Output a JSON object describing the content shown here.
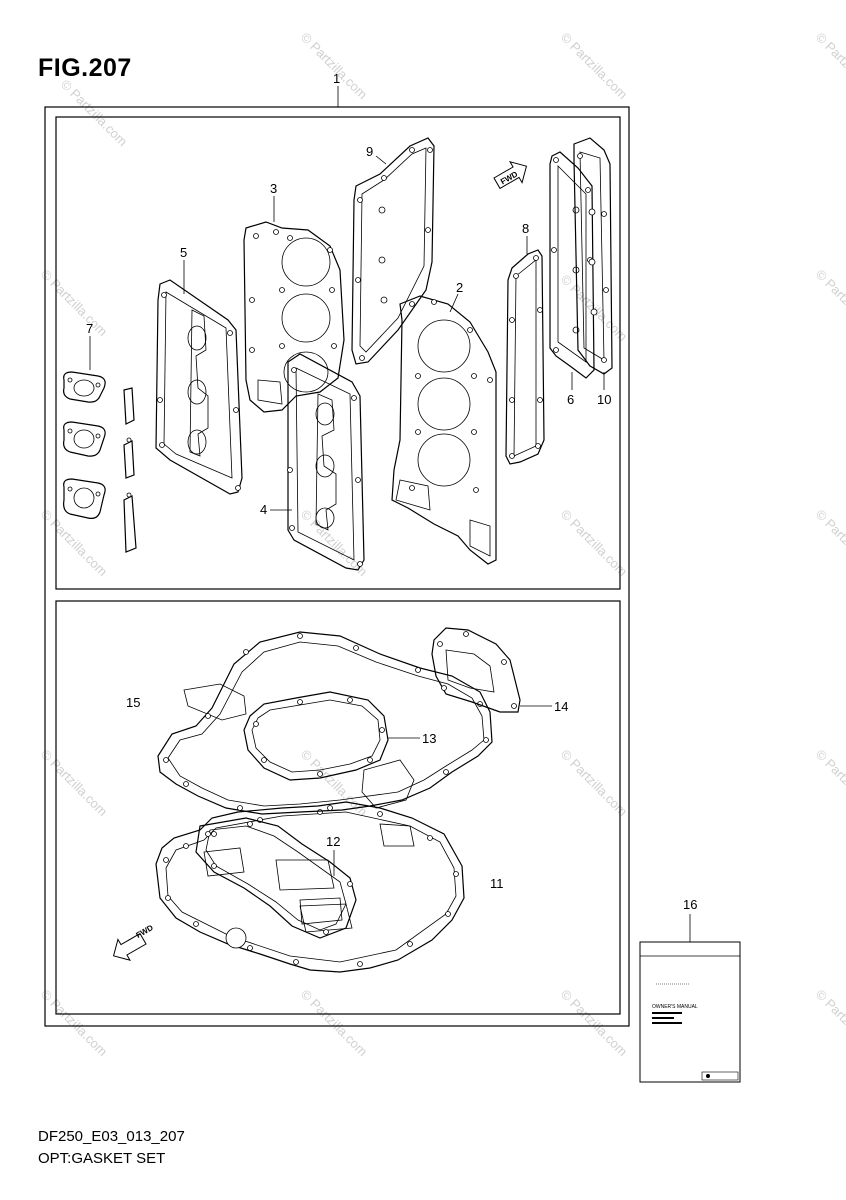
{
  "figure": {
    "title": "FIG.207"
  },
  "watermark": {
    "text": "© Partzilla.com"
  },
  "callouts": {
    "c1": "1",
    "c2": "2",
    "c3": "3",
    "c4": "4",
    "c5": "5",
    "c6": "6",
    "c7": "7",
    "c8": "8",
    "c9": "9",
    "c10": "10",
    "c11": "11",
    "c12": "12",
    "c13": "13",
    "c14": "14",
    "c15": "15",
    "c16": "16"
  },
  "arrows": {
    "top": "FWD",
    "bottom": "FWD"
  },
  "manual": {
    "line1": "OWNER'S MANUAL"
  },
  "footer": {
    "code": "DF250_E03_013_207",
    "caption": "OPT:GASKET SET"
  }
}
